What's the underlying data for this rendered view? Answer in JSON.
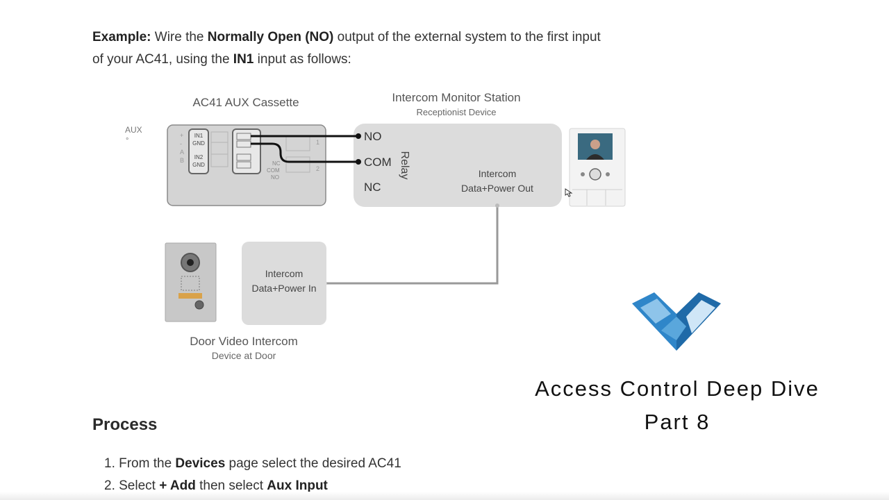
{
  "intro": {
    "line1": {
      "example_label": "Example:",
      "t1": " Wire the ",
      "no_bold": "Normally Open (NO)",
      "t2": " output of the external system to the first input"
    },
    "line2": {
      "t1": "of your AC41, using the ",
      "in1_bold": "IN1",
      "t2": " input as follows:"
    }
  },
  "diagram": {
    "cassette_title": "AC41 AUX Cassette",
    "aux_label": "AUX",
    "aux_dot": "°",
    "in1_label": "IN1",
    "gnd1_label": "GND",
    "in2_label": "IN2",
    "gnd2_label": "GND",
    "plus_label": "+",
    "minus_label": "-",
    "a_label": "A",
    "b_label": "B",
    "num1_label": "1",
    "num2_label": "2",
    "cassette_nc": "NC",
    "cassette_com": "COM",
    "cassette_no": "NO",
    "monitor_title": "Intercom Monitor Station",
    "monitor_subtitle": "Receptionist Device",
    "relay_no": "NO",
    "relay_com": "COM",
    "relay_nc": "NC",
    "relay_label": "Relay",
    "data_out_line1": "Intercom",
    "data_out_line2": "Data+Power Out",
    "data_in_line1": "Intercom",
    "data_in_line2": "Data+Power In",
    "door_title": "Door Video Intercom",
    "door_subtitle": "Device at Door"
  },
  "process": {
    "title": "Process",
    "step1": {
      "t1": "1. From the ",
      "b1": "Devices",
      "t2": " page select the desired AC41"
    },
    "step2": {
      "t1": "2. Select ",
      "b1": "+ Add",
      "t2": " then select ",
      "b2": "Aux Input"
    }
  },
  "brand": {
    "line1": "Access Control Deep Dive",
    "line2": "Part 8"
  },
  "colors": {
    "box_fill": "#dcdcdc",
    "box_stroke": "#888888",
    "wire": "#111111",
    "cable": "#999999",
    "logo_blue": "#2f86c9"
  }
}
